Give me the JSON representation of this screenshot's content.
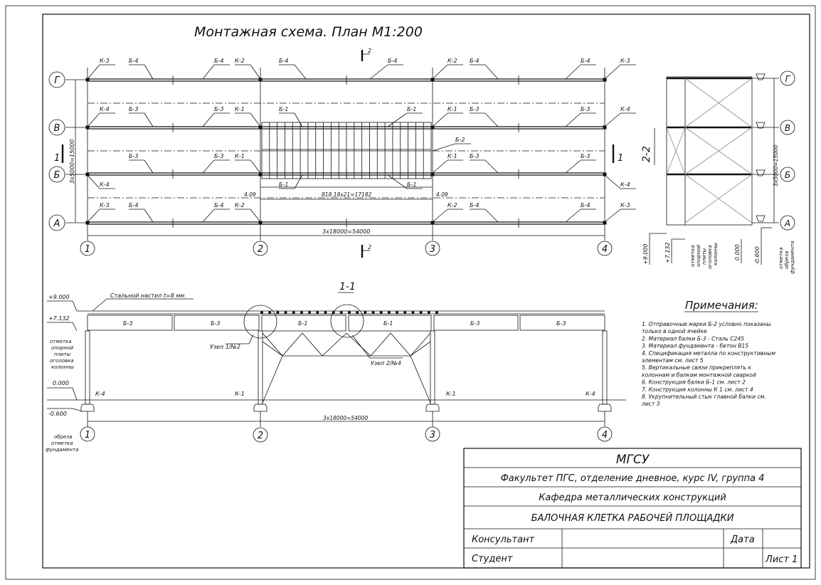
{
  "plan": {
    "title": "Монтажная схема. План М1:200",
    "axes_rows": [
      "Г",
      "В",
      "Б",
      "А"
    ],
    "axes_cols": [
      "1",
      "2",
      "3",
      "4"
    ],
    "span_dim": "3х18000=54000",
    "height_dim": "3х5000=15000",
    "deck_dim": "818.18х21=17182",
    "offset_left": "4.09",
    "offset_right": "4.09",
    "section_mark": "1",
    "section_mark2": "2",
    "labels": {
      "K3": "К-3",
      "K4": "К-4",
      "K2": "К-2",
      "K1": "К-1",
      "B1": "Б-1",
      "B2": "Б-2",
      "B3": "Б-3",
      "B4": "Б-4"
    }
  },
  "section22": {
    "title": "2-2",
    "axes": [
      "Г",
      "В",
      "Б",
      "А"
    ],
    "height_dim": "3х5000=15000",
    "elev_9000": "+9.000",
    "elev_7132": "+7.132",
    "elev_000": "0.000",
    "elev_600": "-0.600",
    "note_top": "отметка опорной плиты оголовка колонны",
    "note_bottom": "отметка обреза фундамента"
  },
  "section11": {
    "title": "1-1",
    "deck_note": "Стальной настил t=8 мм",
    "node1": "Узел 1/№2",
    "node2": "Узел 2/№4",
    "elev_9000": "+9.000",
    "elev_7132": "+7.132",
    "elev_000": "0.000",
    "elev_600": "-0.600",
    "note_top": "отметка опорной плиты оголовка колонны",
    "note_bottom": "обреза отметка фундамента",
    "span_dim": "3х18000=54000",
    "axes": [
      "1",
      "2",
      "3",
      "4"
    ]
  },
  "notes": {
    "title": "Примечания:",
    "items": [
      "1.  Отправочные марки Б-2 условно показаны",
      "     только в одной ячейке",
      "2.  Материал балки Б-3 - Сталь С245",
      "3.  Материал фундамента - бетон В15",
      "4.  Спецификация металла по конструктивным",
      "     элементам см. лист 5",
      "5.  Вертикальные связи прикреплять к",
      "     колоннам и балкам монтажной сваркой",
      "6.  Конструкция балки Б-1 см. лист 2",
      "7.  Конструкция колонны К 1 см. лист 4",
      "8.  Укрупнительный стык главной балки см.",
      "     лист 3"
    ]
  },
  "title_block": {
    "org": "МГСУ",
    "faculty": "Факультет ПГС, отделение дневное, курс IV, группа 4",
    "department": "Кафедра металлических конструкций",
    "project": "БАЛОЧНАЯ КЛЕТКА РАБОЧЕЙ ПЛОЩАДКИ",
    "consultant": "Консультант",
    "date": "Дата",
    "student": "Студент",
    "sheet": "Лист 1"
  }
}
